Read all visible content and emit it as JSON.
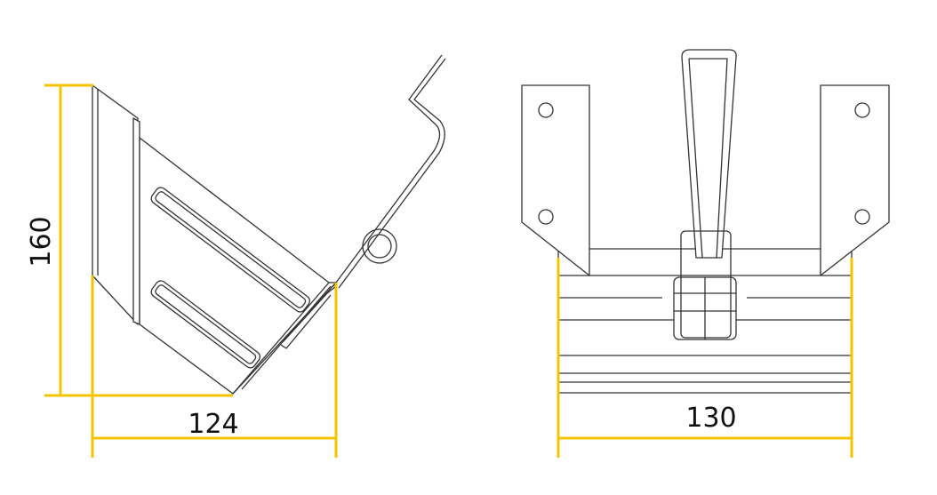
{
  "drawing": {
    "side_view": {
      "height_label": "160",
      "depth_label": "124"
    },
    "front_view": {
      "width_label": "130"
    }
  },
  "colors": {
    "dimension_line": "#f5c400",
    "outline": "#333333"
  }
}
